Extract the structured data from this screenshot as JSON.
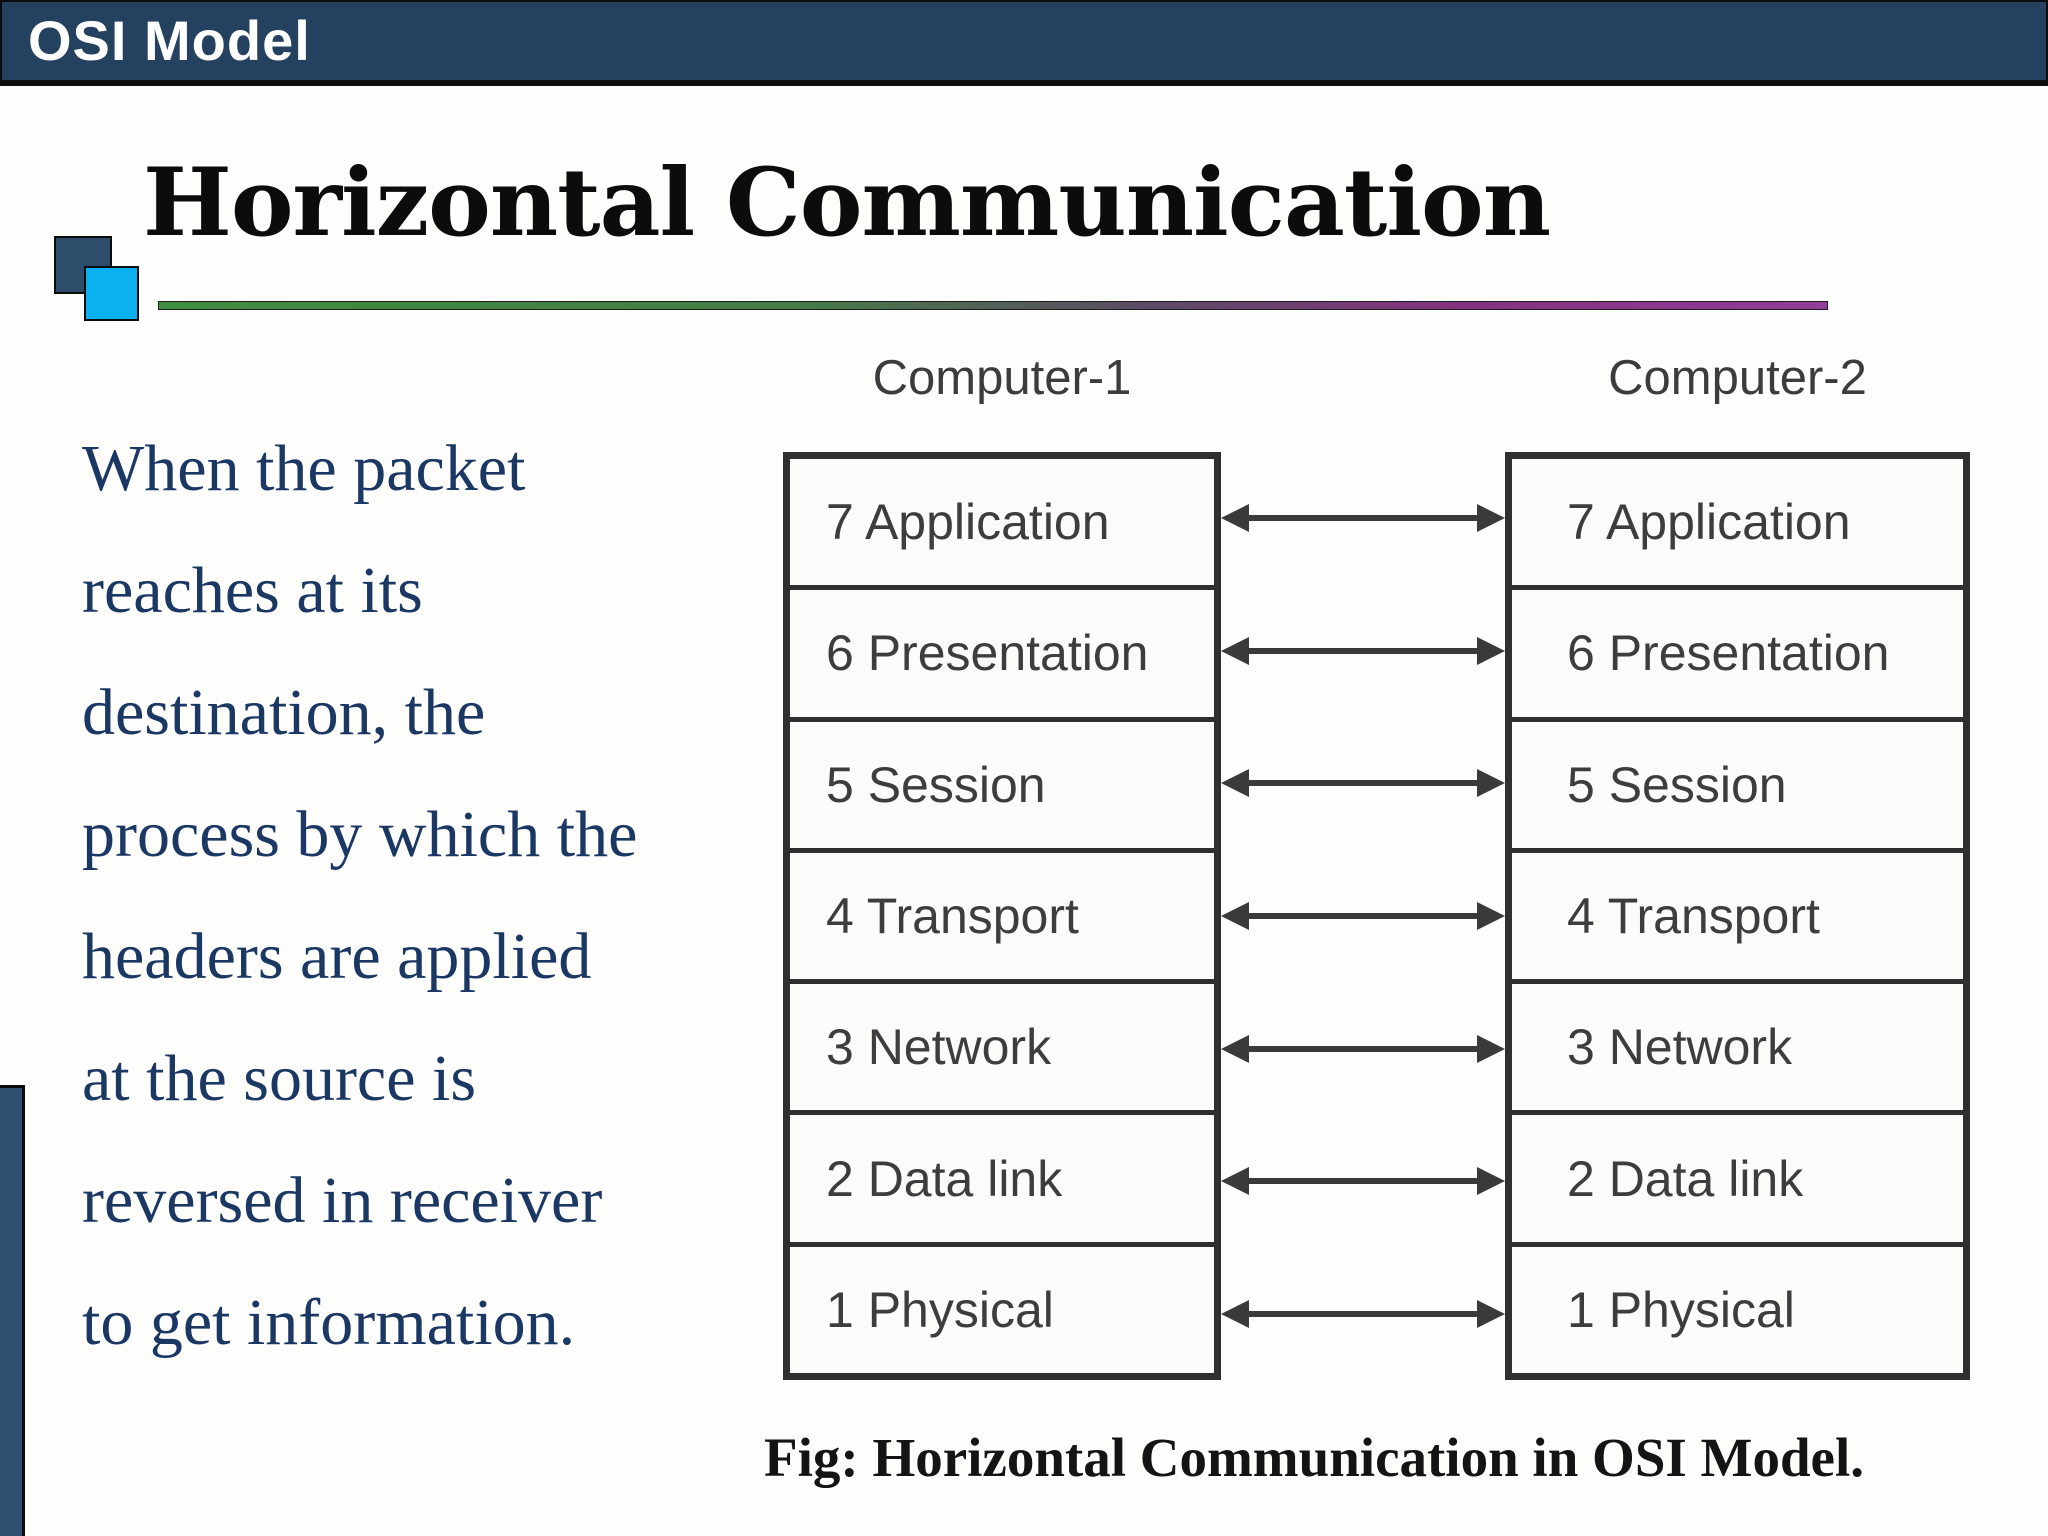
{
  "header": {
    "title": "OSI Model"
  },
  "slide": {
    "title": "Horizontal Communication",
    "body_lines": [
      "When the packet",
      "reaches at its",
      "destination, the",
      "process by which the",
      "headers are applied",
      "at the source is",
      "reversed in receiver",
      "to get information."
    ]
  },
  "diagram": {
    "computer1": {
      "label": "Computer-1",
      "layers": [
        "7 Application",
        "6 Presentation",
        "5 Session",
        "4 Transport",
        "3 Network",
        "2 Data link",
        "1 Physical"
      ]
    },
    "computer2": {
      "label": "Computer-2",
      "layers": [
        "7 Application",
        "6 Presentation",
        "5 Session",
        "4 Transport",
        "3 Network",
        "2 Data link",
        "1 Physical"
      ]
    },
    "caption": "Fig: Horizontal Communication in OSI Model."
  },
  "colors": {
    "header_bar": "#24415f",
    "accent_navy_square": "#2e4d6b",
    "accent_cyan_square": "#0ab0ef",
    "rule_green": "#3e8e41",
    "rule_purple": "#933c98",
    "body_text": "#1b3764",
    "diagram_ink": "#3d3d3d"
  }
}
